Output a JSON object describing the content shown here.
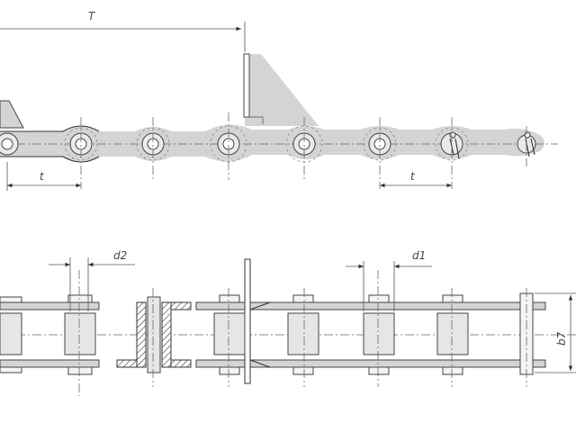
{
  "labels": {
    "pitch_T": "T",
    "pitch_t_left": "t",
    "pitch_t_right": "t",
    "d2": "d2",
    "d1": "d1",
    "b7": "b7"
  },
  "colors": {
    "link_fill": "#d4d4d4",
    "outline": "#333333",
    "background": "#ffffff"
  }
}
